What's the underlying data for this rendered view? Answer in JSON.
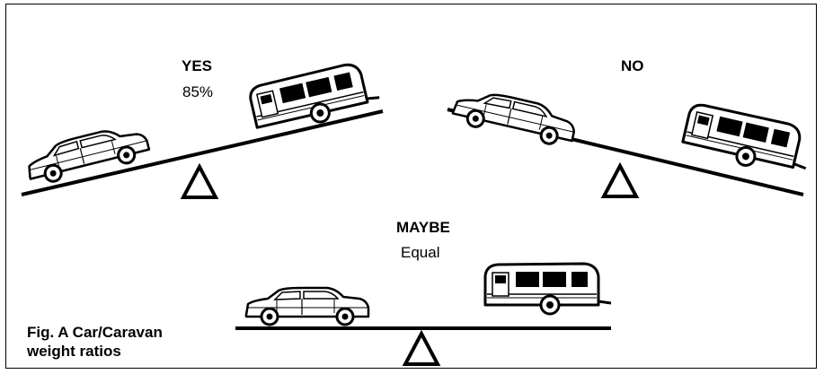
{
  "figure": {
    "panels": [
      {
        "id": "yes",
        "title": "YES",
        "subtitle": "85%"
      },
      {
        "id": "no",
        "title": "NO",
        "subtitle": ""
      },
      {
        "id": "maybe",
        "title": "MAYBE",
        "subtitle": "Equal"
      }
    ],
    "caption_line1": "Fig. A Car/Caravan",
    "caption_line2": "weight ratios"
  },
  "colors": {
    "line": "#000000",
    "background": "#ffffff"
  },
  "icons": [
    "car-icon",
    "caravan-icon",
    "fulcrum-icon"
  ]
}
